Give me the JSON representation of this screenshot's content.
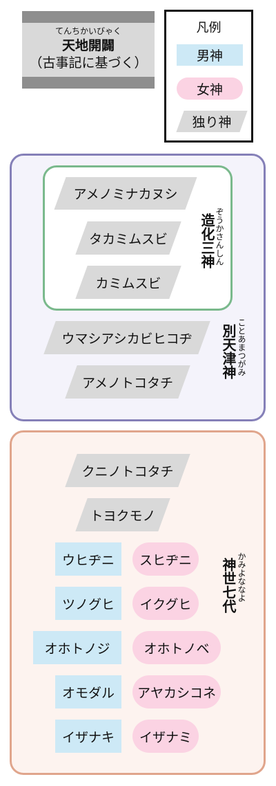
{
  "title": {
    "ruby": "てんちかいびゃく",
    "main": "天地開闢",
    "sub": "（古事記に基づく）"
  },
  "legend": {
    "title": "凡例",
    "male": "男神",
    "female": "女神",
    "solitary": "独り神"
  },
  "groups": {
    "zouka": {
      "label": "造化三神",
      "ruby": "ぞうかさんしん"
    },
    "kotoamatsu": {
      "label": "別天津神",
      "ruby": "ことあまつがみ"
    },
    "kamiyo": {
      "label": "神世七代",
      "ruby": "かみよななよ"
    }
  },
  "deities": {
    "amenominakanushi": "アメノミナカヌシ",
    "takamimusubi": "タカミムスビ",
    "kamimusubi": "カミムスビ",
    "umashiashikabihikoji": "ウマシアシカビヒコヂ",
    "amenotokotachi": "アメノトコタチ",
    "kuninotokotachi": "クニノトコタチ",
    "toyokumono": "トヨクモノ",
    "uhijini": "ウヒヂニ",
    "suhijini": "スヒヂニ",
    "tsunoguhi": "ツノグヒ",
    "ikuguhi": "イクグヒ",
    "otonoji": "オホトノジ",
    "otonobe": "オホトノベ",
    "omodaru": "オモダル",
    "ayakashikone": "アヤカシコネ",
    "izanagi": "イザナキ",
    "izanami": "イザナミ"
  },
  "colors": {
    "solitary": "#d9d9d9",
    "male": "#cde9f6",
    "female": "#fbd3e3",
    "frame_purple": "#8580b8",
    "frame_green": "#7ab98c",
    "frame_orange": "#e0a58c"
  }
}
